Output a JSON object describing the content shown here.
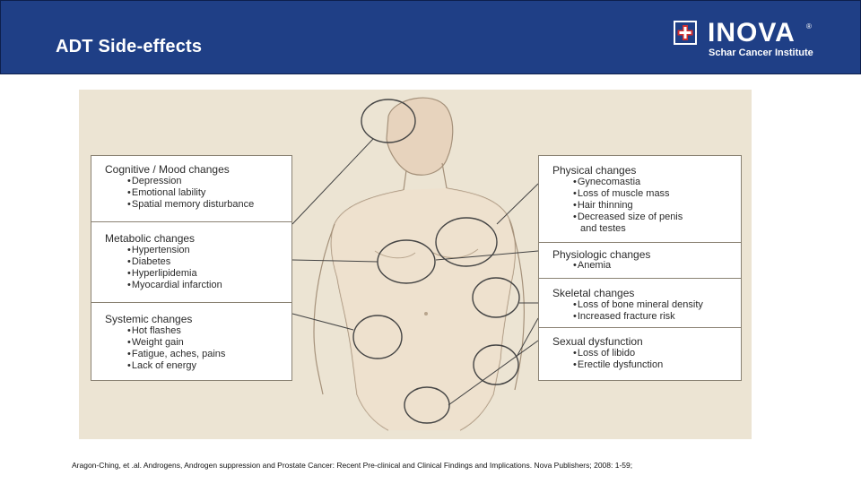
{
  "header": {
    "title": "ADT Side-effects",
    "logo": {
      "name": "INOVA",
      "registered": "®",
      "subtitle": "Schar Cancer Institute"
    }
  },
  "colors": {
    "header_bg": "#1f3f86",
    "figure_bg": "#ece4d3",
    "logo_red": "#d32f2f"
  },
  "left_panel": [
    {
      "title": "Cognitive / Mood changes",
      "items": [
        "Depression",
        "Emotional lability",
        "Spatial memory disturbance"
      ]
    },
    {
      "title": "Metabolic changes",
      "items": [
        "Hypertension",
        "Diabetes",
        "Hyperlipidemia",
        "Myocardial infarction"
      ]
    },
    {
      "title": "Systemic changes",
      "items": [
        "Hot flashes",
        "Weight gain",
        "Fatigue, aches, pains",
        "Lack of energy"
      ]
    }
  ],
  "right_panel": [
    {
      "title": "Physical changes",
      "items": [
        "Gynecomastia",
        "Loss of muscle mass",
        "Hair thinning",
        "Decreased size of penis"
      ],
      "continuation": "and testes"
    },
    {
      "title": "Physiologic changes",
      "items": [
        "Anemia"
      ]
    },
    {
      "title": "Skeletal changes",
      "items": [
        "Loss of bone mineral density",
        "Increased fracture risk"
      ]
    },
    {
      "title": "Sexual dysfunction",
      "items": [
        "Loss of libido",
        "Erectile dysfunction"
      ]
    }
  ],
  "caption": "Aragon-Ching, et .al. Androgens, Androgen suppression and Prostate Cancer: Recent Pre-clinical and Clinical Findings and Implications. Nova Publishers; 2008: 1-59;"
}
